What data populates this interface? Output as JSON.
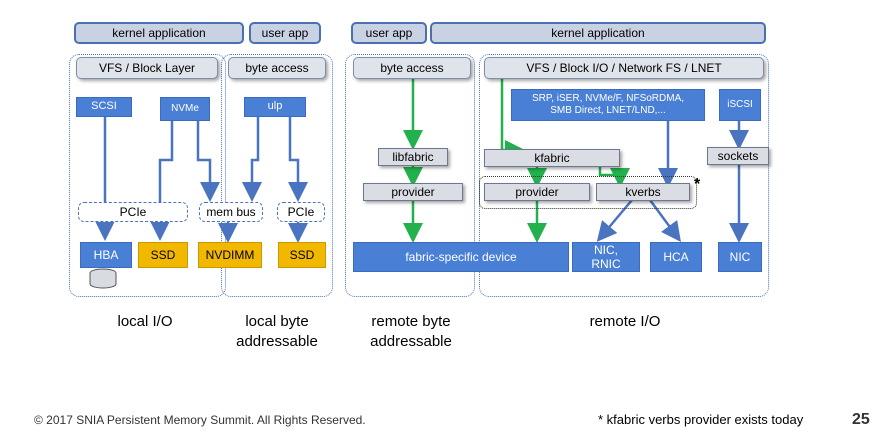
{
  "headers": {
    "kernel_application_left": "kernel application",
    "user_app_left": "user app",
    "user_app_right": "user app",
    "kernel_application_right": "kernel application"
  },
  "subheaders": {
    "vfs_block_layer": "VFS / Block Layer",
    "byte_access_left": "byte access",
    "byte_access_right": "byte access",
    "vfs_block_io_network": "VFS / Block I/O / Network FS / LNET"
  },
  "local": {
    "scsi": "SCSI",
    "nvme": "NVMe",
    "ulp": "ulp",
    "pcie_bus": "PCIe",
    "mem_bus": "mem bus",
    "pcie_small": "PCIe",
    "hba": "HBA",
    "ssd_left": "SSD",
    "nvdimm": "NVDIMM",
    "ssd_right": "SSD"
  },
  "remote": {
    "libfabric": "libfabric",
    "provider_left": "provider",
    "fabric_device": "fabric-specific device",
    "protocols": "SRP, iSER, NVMe/F, NFSoRDMA, SMB Direct, LNET/LND,...",
    "iscsi": "iSCSI",
    "kfabric": "kfabric",
    "sockets": "sockets",
    "provider_right": "provider",
    "kverbs": "kverbs",
    "asterisk": "*",
    "nic_rnic": "NIC, RNIC",
    "hca": "HCA",
    "nic": "NIC"
  },
  "captions": {
    "local_io": "local I/O",
    "local_byte_addressable": "local byte addressable",
    "remote_byte_addressable": "remote byte addressable",
    "remote_io": "remote I/O"
  },
  "footer": {
    "copyright": "© 2017 SNIA Persistent Memory Summit. All Rights Reserved.",
    "note": "* kfabric verbs provider exists today",
    "page_number": "25"
  },
  "colors": {
    "arrow_blue": "#4a74c0",
    "arrow_green": "#22b14c",
    "device_blue": "#4a7fd6",
    "device_gold": "#f2b800"
  }
}
